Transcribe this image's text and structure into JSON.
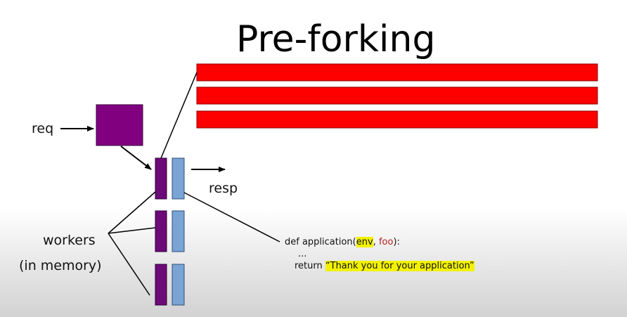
{
  "slide": {
    "title": "Pre-forking",
    "req_label": "req",
    "resp_label": "resp",
    "workers_label_line1": "workers",
    "workers_label_line2": "(in memory)"
  },
  "code": {
    "def_prefix": "def application(",
    "param_env": "env",
    "comma": ", ",
    "param_foo": "foo",
    "def_suffix": "):",
    "ellipsis": "...",
    "return_kw": "return ",
    "return_value": "“Thank you for your application”"
  },
  "colors": {
    "request_block": "#800080",
    "worker_primary": "#6c0a78",
    "worker_secondary": "#79a4d4",
    "memory_bar": "#ff0000",
    "code_highlight": "#f2f200"
  }
}
